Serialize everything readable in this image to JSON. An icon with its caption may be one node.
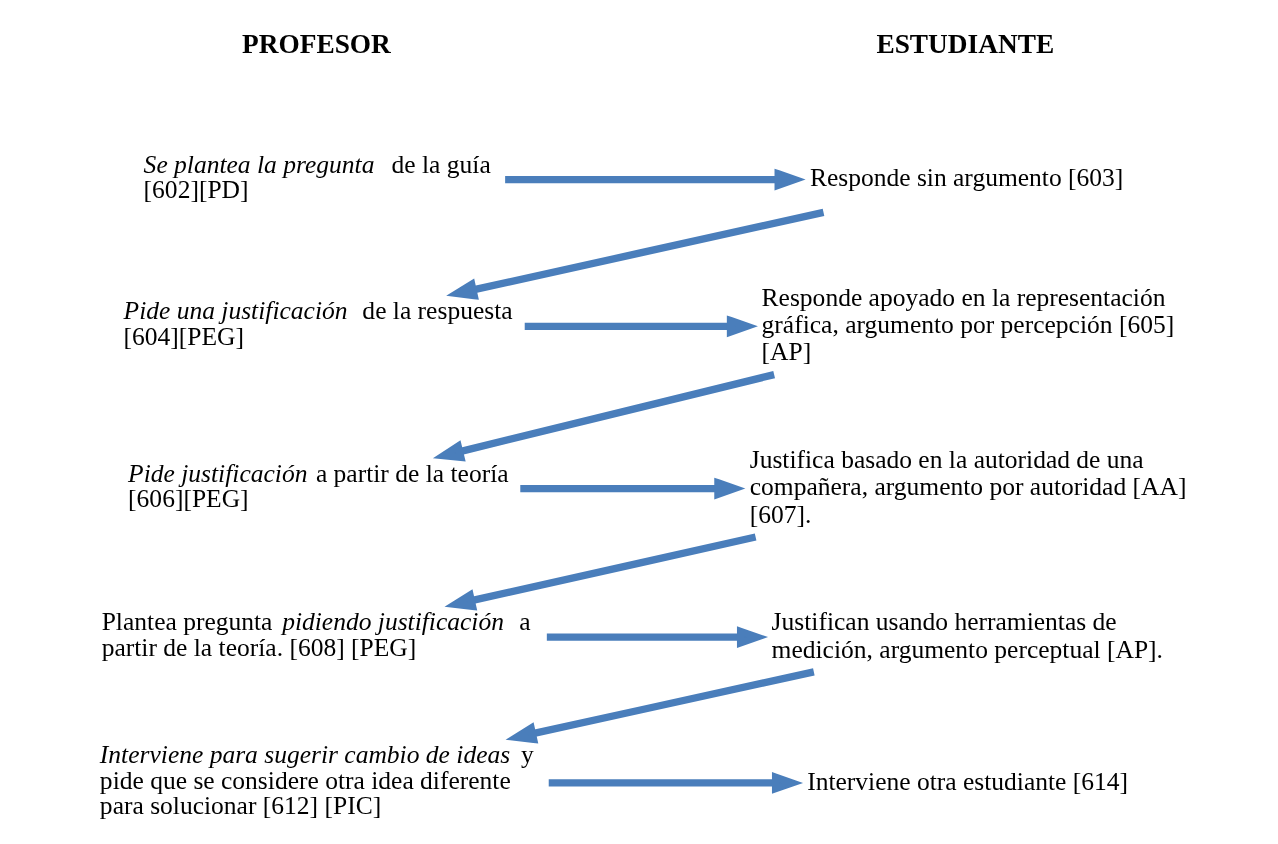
{
  "diagram": {
    "nodes": [
      {
        "text": [
          "*Se plantea la pregunta* de la guía [602][PD]"
        ]
      },
      {
        "text": [
          "Responde sin argumento [603]"
        ]
      },
      {
        "text": [
          "*Pide una justificación* de la respuesta [604][PEG]"
        ]
      },
      {
        "text": [
          "Responde apoyado en la representación gráfica, argumento por percepción [605] [AP]"
        ]
      },
      {
        "text": [
          "*Pide justificación* a partir de la teoría [606][PEG]"
        ]
      },
      {
        "text": [
          "Justifica basado en la autoridad de una compañera, argumento por autoridad [AA] [607]."
        ]
      },
      {
        "text": [
          "Plantea pregunta *pidiendo justificación* a partir de la teoría. [608] [PEG]"
        ]
      },
      {
        "text": [
          "Justifican usando herramientas de medición, argumento perceptual [AP]."
        ]
      },
      {
        "text": [
          "*Interviene para sugerir cambio de ideas* y pide que se considere otra idea diferente para solucionar [612] [PIC]"
        ]
      },
      {
        "text": [
          "Interviene otra estudiante [614]"
        ]
      }
    ],
    "edges": [
      {
        "from": 0,
        "to": 1,
        "arrow": "to"
      },
      {
        "from": 1,
        "to": 2,
        "arrow": "to"
      },
      {
        "from": 2,
        "to": 3,
        "arrow": "to"
      },
      {
        "from": 3,
        "to": 4,
        "arrow": "to"
      },
      {
        "from": 4,
        "to": 5,
        "arrow": "to"
      },
      {
        "from": 5,
        "to": 6,
        "arrow": "to"
      },
      {
        "from": 6,
        "to": 7,
        "arrow": "to"
      },
      {
        "from": 7,
        "to": 8,
        "arrow": "to"
      },
      {
        "from": 8,
        "to": 9,
        "arrow": "to"
      }
    ],
    "labels": [
      "PROFESOR",
      "ESTUDIANTE"
    ]
  }
}
